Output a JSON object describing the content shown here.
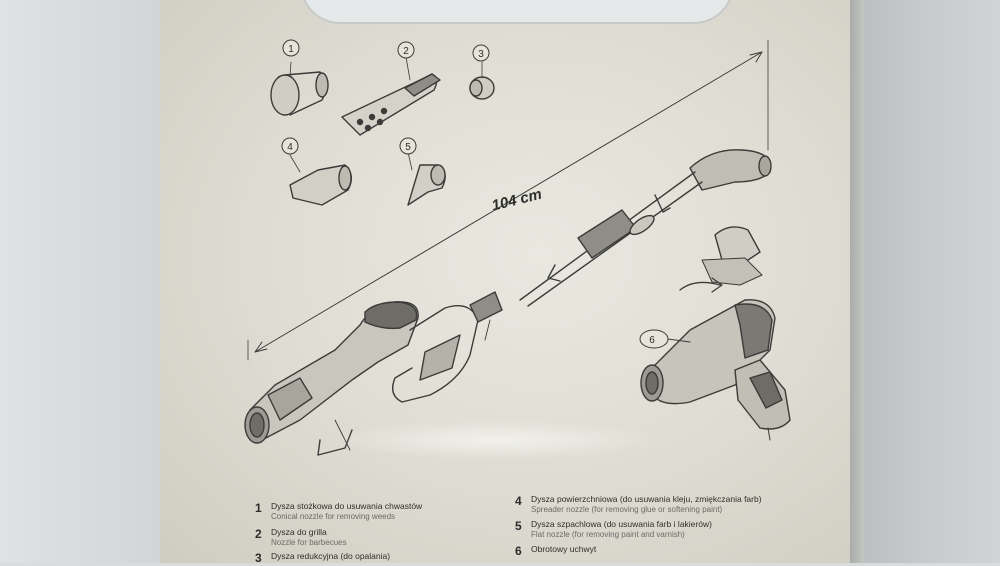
{
  "diagram": {
    "dimension_label": "104 cm",
    "callouts": [
      {
        "id": "1"
      },
      {
        "id": "2"
      },
      {
        "id": "3"
      },
      {
        "id": "4"
      },
      {
        "id": "5"
      },
      {
        "id": "6"
      }
    ]
  },
  "legend": {
    "items": [
      {
        "num": "1",
        "pl": "Dysza stożkowa do usuwania chwastów",
        "en": "Conical nozzle for removing weeds"
      },
      {
        "num": "2",
        "pl": "Dysza do grilla",
        "en": "Nozzle for barbecues"
      },
      {
        "num": "3",
        "pl": "Dysza redukcyjna (do opalania)",
        "en": ""
      },
      {
        "num": "4",
        "pl": "Dysza powierzchniowa (do usuwania kleju, zmiękczania farb)",
        "en": "Spreader nozzle (for removing glue or softening paint)"
      },
      {
        "num": "5",
        "pl": "Dysza szpachlowa (do usuwania farb i lakierów)",
        "en": "Flat nozzle (for removing paint and varnish)"
      },
      {
        "num": "6",
        "pl": "Obrotowy uchwyt",
        "en": ""
      }
    ]
  },
  "colors": {
    "line": "#3b3b39",
    "panel": "#e6e4db"
  }
}
